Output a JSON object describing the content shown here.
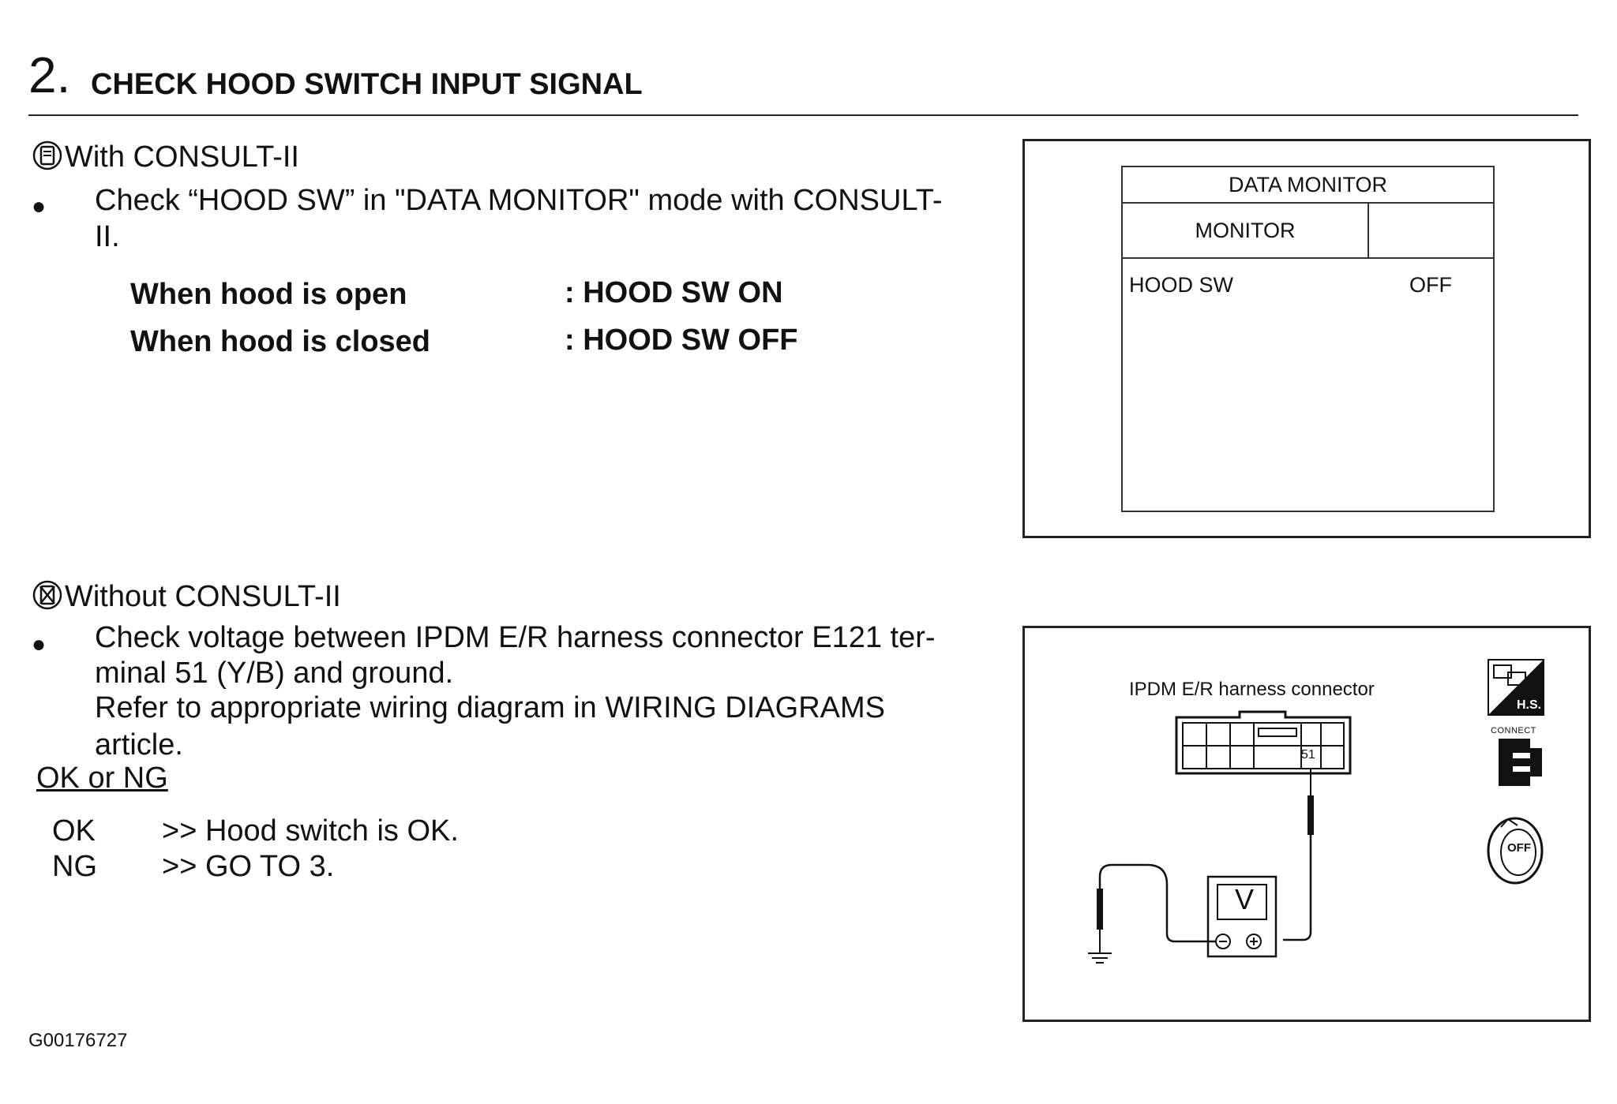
{
  "step": {
    "number": "2.",
    "title": "CHECK HOOD SWITCH INPUT SIGNAL"
  },
  "with_consult": {
    "heading": "With CONSULT-II",
    "bullet_line1": "Check “HOOD SW” in \"DATA MONITOR\" mode with CONSULT-",
    "bullet_line2": "II.",
    "conditions": [
      {
        "label": "When hood is open",
        "value": ": HOOD SW ON"
      },
      {
        "label": "When hood is closed",
        "value": ": HOOD SW OFF"
      }
    ]
  },
  "data_monitor": {
    "title": "DATA MONITOR",
    "column": "MONITOR",
    "row_item": "HOOD SW",
    "row_value": "OFF"
  },
  "without_consult": {
    "heading": "Without CONSULT-II",
    "lines": [
      "Check voltage between IPDM E/R harness connector E121 ter-",
      "minal 51 (Y/B) and ground.",
      "Refer to appropriate wiring diagram in WIRING DIAGRAMS",
      "article."
    ]
  },
  "result": {
    "heading": "OK or NG",
    "rows": [
      {
        "code": "OK",
        "text": ">> Hood switch is OK."
      },
      {
        "code": "NG",
        "text": ">> GO TO 3."
      }
    ]
  },
  "diagram": {
    "connector_label": "IPDM E/R harness connector",
    "terminal": "51",
    "meter_symbol": "V",
    "hs_label": "H.S.",
    "connect_label": "CONNECT",
    "ignition_label": "OFF"
  },
  "footer": {
    "code": "G00176727"
  }
}
